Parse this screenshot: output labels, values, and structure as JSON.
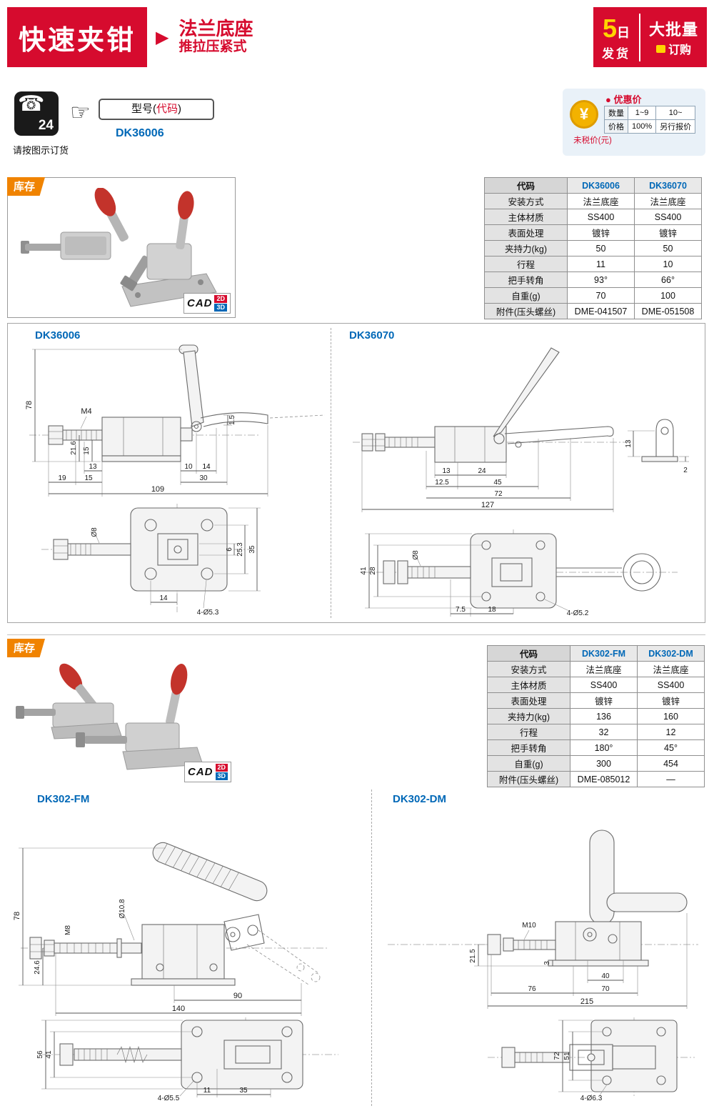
{
  "header": {
    "title": "快速夹钳",
    "arrow": "▶",
    "subtitle_line1": "法兰底座",
    "subtitle_line2": "推拉压紧式",
    "delivery": {
      "num": "5",
      "day": "日",
      "text": "发货"
    },
    "bulk": {
      "top": "大批量",
      "bottom": "订购"
    }
  },
  "order": {
    "phone_hours": "24",
    "note": "请按图示订货",
    "model_label_pre": "型号(",
    "model_label_code": "代码",
    "model_label_post": ")",
    "model_code": "DK36006",
    "pricing": {
      "yen": "¥",
      "dot": "●",
      "title": "优惠价",
      "table": {
        "rows": [
          [
            "数量",
            "1~9",
            "10~"
          ],
          [
            "价格",
            "100%",
            "另行报价"
          ]
        ]
      },
      "note": "未税价(元)"
    }
  },
  "section1": {
    "stock_badge": "库存",
    "cad": {
      "label": "CAD",
      "b2d": "2D",
      "b3d": "3D"
    },
    "table": {
      "header": [
        "代码",
        "DK36006",
        "DK36070"
      ],
      "rows": [
        [
          "安装方式",
          "法兰底座",
          "法兰底座"
        ],
        [
          "主体材质",
          "SS400",
          "SS400"
        ],
        [
          "表面处理",
          "镀锌",
          "镀锌"
        ],
        [
          "夹持力(kg)",
          "50",
          "50"
        ],
        [
          "行程",
          "11",
          "10"
        ],
        [
          "把手转角",
          "93°",
          "66°"
        ],
        [
          "自重(g)",
          "70",
          "100"
        ],
        [
          "附件(压头螺丝)",
          "DME-041507",
          "DME-051508"
        ]
      ]
    },
    "drawA": {
      "title": "DK36006",
      "dims": [
        "78",
        "M4",
        "21.6",
        "15",
        "1.5",
        "13",
        "10",
        "14",
        "19",
        "15",
        "30",
        "109",
        "Ø8",
        "6",
        "25.3",
        "35",
        "14",
        "4-Ø5.3"
      ]
    },
    "drawB": {
      "title": "DK36070",
      "dims": [
        "13",
        "24",
        "12.5",
        "45",
        "72",
        "127",
        "13",
        "2",
        "41",
        "28",
        "Ø8",
        "7.5",
        "18",
        "4-Ø5.2"
      ]
    }
  },
  "section2": {
    "stock_badge": "库存",
    "cad": {
      "label": "CAD",
      "b2d": "2D",
      "b3d": "3D"
    },
    "table": {
      "header": [
        "代码",
        "DK302-FM",
        "DK302-DM"
      ],
      "rows": [
        [
          "安装方式",
          "法兰底座",
          "法兰底座"
        ],
        [
          "主体材质",
          "SS400",
          "SS400"
        ],
        [
          "表面处理",
          "镀锌",
          "镀锌"
        ],
        [
          "夹持力(kg)",
          "136",
          "160"
        ],
        [
          "行程",
          "32",
          "12"
        ],
        [
          "把手转角",
          "180°",
          "45°"
        ],
        [
          "自重(g)",
          "300",
          "454"
        ],
        [
          "附件(压头螺丝)",
          "DME-085012",
          "—"
        ]
      ]
    },
    "drawA": {
      "title": "DK302-FM",
      "dims": [
        "78",
        "M8",
        "Ø10.8",
        "24.6",
        "90",
        "140",
        "56",
        "41",
        "4-Ø5.5",
        "11",
        "35"
      ]
    },
    "drawB": {
      "title": "DK302-DM",
      "dims": [
        "M10",
        "21.5",
        "3",
        "40",
        "76",
        "70",
        "215",
        "72",
        "51",
        "4-Ø6.3"
      ]
    }
  }
}
